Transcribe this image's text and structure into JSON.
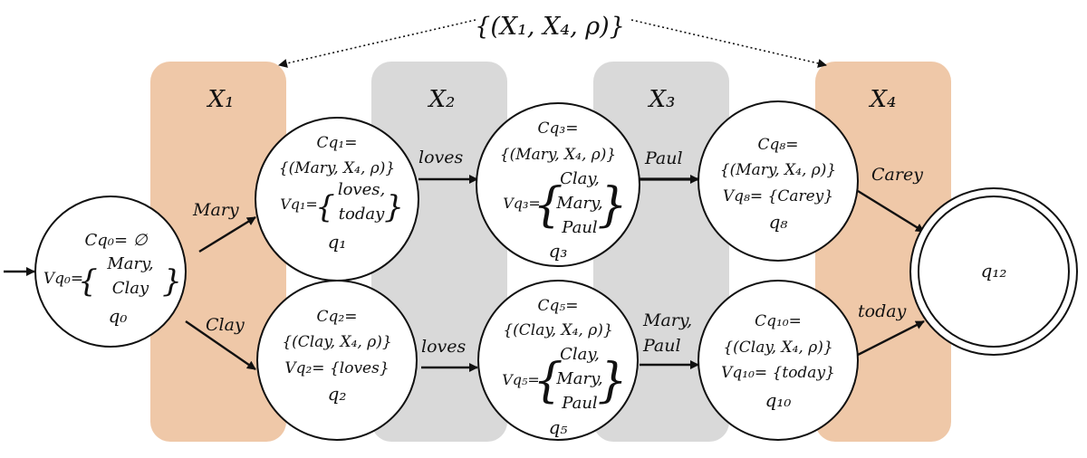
{
  "top_label": "{(X₁, X₄, ρ)}",
  "columns": [
    {
      "id": "x1",
      "label": "X₁",
      "color": "#EFC8A8"
    },
    {
      "id": "x2",
      "label": "X₂",
      "color": "#D9D9D9"
    },
    {
      "id": "x3",
      "label": "X₃",
      "color": "#D9D9D9"
    },
    {
      "id": "x4",
      "label": "X₄",
      "color": "#EFC8A8"
    }
  ],
  "states": {
    "q0": {
      "name": "q₀",
      "c_label": "Cq₀= ∅",
      "v_label": "Vq₀=",
      "v_items": [
        "Mary,",
        "Clay"
      ]
    },
    "q1": {
      "name": "q₁",
      "c_label": "Cq₁=",
      "c_value": "{(Mary, X₄, ρ)}",
      "v_label": "Vq₁=",
      "v_items": [
        "loves,",
        "today"
      ]
    },
    "q2": {
      "name": "q₂",
      "c_label": "Cq₂=",
      "c_value": "{(Clay, X₄, ρ)}",
      "v_label": "Vq₂= {loves}"
    },
    "q3": {
      "name": "q₃",
      "c_label": "Cq₃=",
      "c_value": "{(Mary, X₄, ρ)}",
      "v_label": "Vq₃=",
      "v_items": [
        "Clay,",
        "Mary,",
        "Paul"
      ]
    },
    "q5": {
      "name": "q₅",
      "c_label": "Cq₅=",
      "c_value": "{(Clay, X₄, ρ)}",
      "v_label": "Vq₅=",
      "v_items": [
        "Clay,",
        "Mary,",
        "Paul"
      ]
    },
    "q8": {
      "name": "q₈",
      "c_label": "Cq₈=",
      "c_value": "{(Mary, X₄, ρ)}",
      "v_label": "Vq₈= {Carey}"
    },
    "q10": {
      "name": "q₁₀",
      "c_label": "Cq₁₀=",
      "c_value": "{(Clay, X₄, ρ)}",
      "v_label": "Vq₁₀= {today}"
    },
    "q12": {
      "name": "q₁₂"
    }
  },
  "transitions": [
    {
      "from": "q0",
      "to": "q1",
      "label": "Mary"
    },
    {
      "from": "q0",
      "to": "q2",
      "label": "Clay"
    },
    {
      "from": "q1",
      "to": "q3",
      "label": "loves"
    },
    {
      "from": "q2",
      "to": "q5",
      "label": "loves"
    },
    {
      "from": "q3",
      "to": "q8",
      "label": "Paul"
    },
    {
      "from": "q5",
      "to": "q10",
      "label_lines": [
        "Mary,",
        "Paul"
      ]
    },
    {
      "from": "q8",
      "to": "q12",
      "label": "Carey"
    },
    {
      "from": "q10",
      "to": "q12",
      "label": "today"
    }
  ],
  "start_state": "q0",
  "accept_state": "q12"
}
